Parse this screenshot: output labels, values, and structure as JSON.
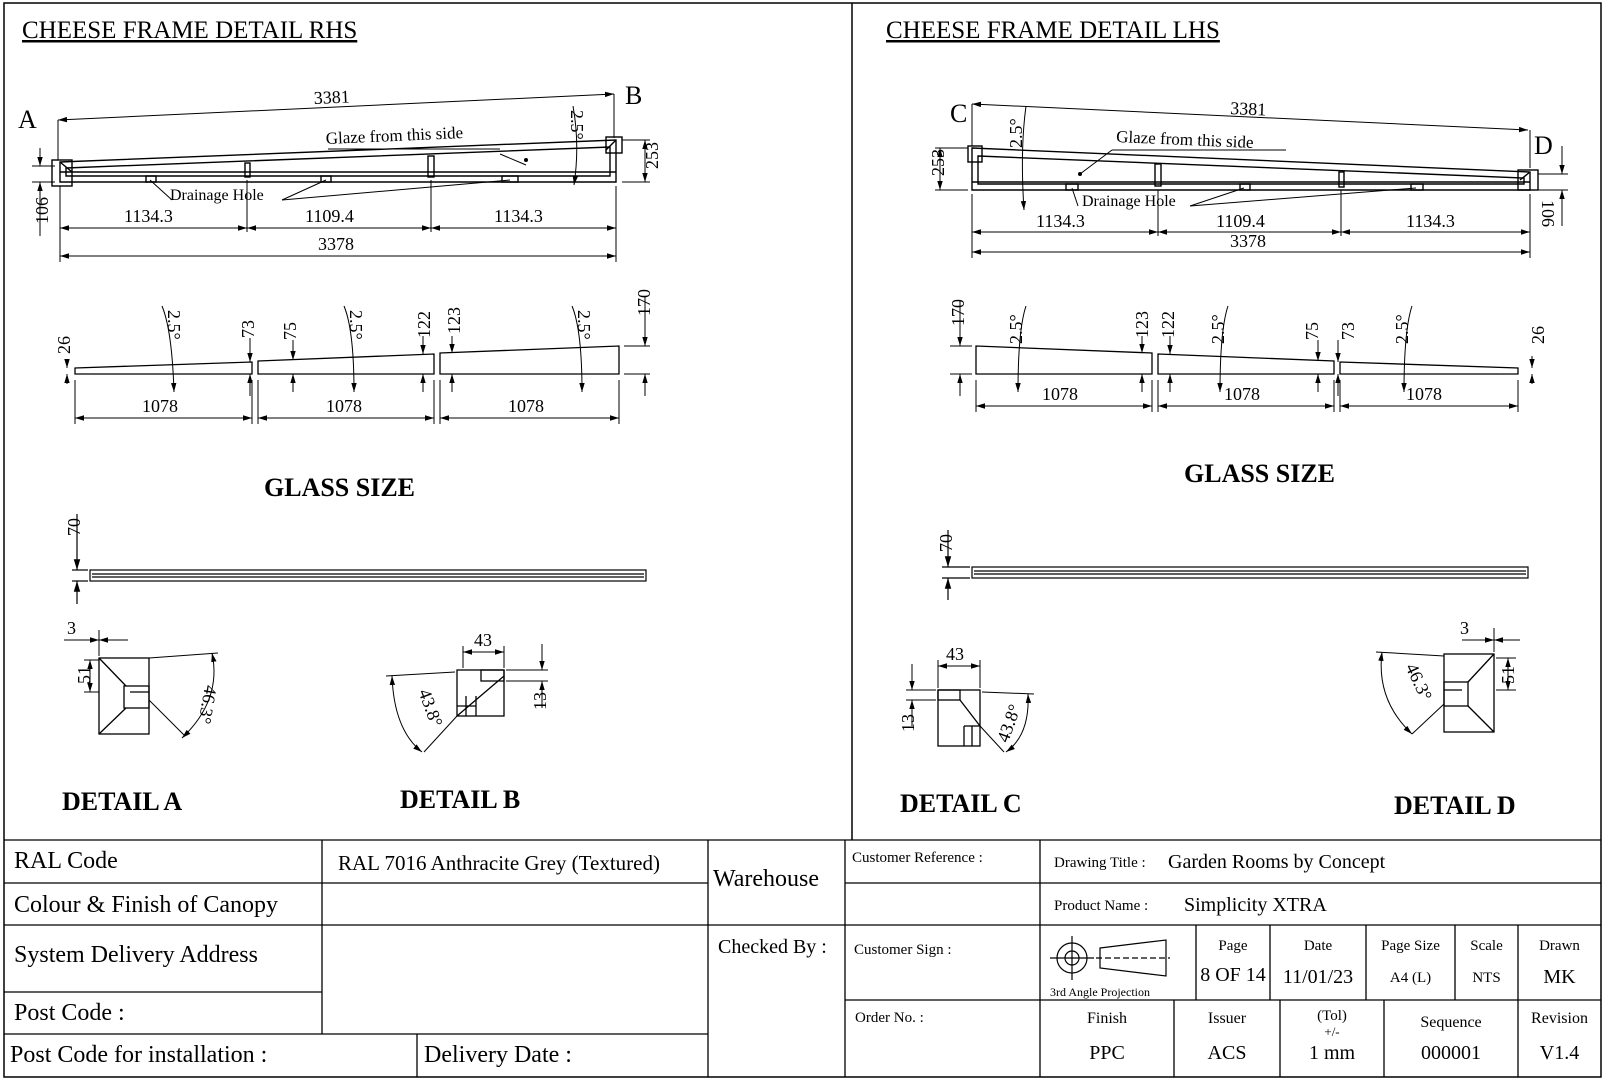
{
  "rhs": {
    "title": "CHEESE FRAME DETAIL RHS",
    "label_start": "A",
    "label_end": "B",
    "overall_top": "3381",
    "angle": "2.5°",
    "glaze_note": "Glaze from this side",
    "drainage_note": "Drainage Hole",
    "height_left": "106",
    "height_right": "253",
    "bay_1": "1134.3",
    "bay_2": "1109.4",
    "bay_3": "1134.3",
    "overall_bottom": "3378"
  },
  "lhs": {
    "title": "CHEESE FRAME DETAIL LHS",
    "label_start": "C",
    "label_end": "D",
    "overall_top": "3381",
    "angle": "2.5°",
    "glaze_note": "Glaze from this side",
    "drainage_note": "Drainage Hole",
    "height_left": "253",
    "height_right": "106",
    "bay_1": "1134.3",
    "bay_2": "1109.4",
    "bay_3": "1134.3",
    "overall_bottom": "3378"
  },
  "glass_rhs": {
    "heading": "GLASS SIZE",
    "pane_width": "1078",
    "angle": "2.5°",
    "h_26": "26",
    "h_73": "73",
    "h_75": "75",
    "h_122": "122",
    "h_123": "123",
    "h_170": "170",
    "profile_height": "70"
  },
  "glass_lhs": {
    "heading": "GLASS SIZE",
    "pane_width": "1078",
    "angle": "2.5°",
    "h_170": "170",
    "h_123": "123",
    "h_122": "122",
    "h_75": "75",
    "h_73": "73",
    "h_26": "26",
    "profile_height": "70"
  },
  "details": {
    "a": {
      "label": "DETAIL A",
      "dim_3": "3",
      "dim_51": "51",
      "angle": "46.3°"
    },
    "b": {
      "label": "DETAIL B",
      "dim_43": "43",
      "dim_13": "13",
      "angle": "43.8°"
    },
    "c": {
      "label": "DETAIL C",
      "dim_43": "43",
      "dim_13": "13",
      "angle": "43.8°"
    },
    "d": {
      "label": "DETAIL D",
      "dim_3": "3",
      "dim_51": "51",
      "angle": "46.3°"
    }
  },
  "title_block": {
    "ral_code_label": "RAL Code",
    "ral_code_value": "RAL 7016 Anthracite Grey (Textured)",
    "colour_finish_label": "Colour & Finish of Canopy",
    "warehouse_label": "Warehouse",
    "system_delivery_label": "System Delivery Address",
    "checked_by_label": "Checked By :",
    "post_code_label": "Post Code :",
    "post_code_install_label": "Post Code for installation :",
    "delivery_date_label": "Delivery Date :",
    "customer_reference_label": "Customer Reference :",
    "customer_sign_label": "Customer Sign :",
    "order_no_label": "Order No. :",
    "drawing_title_label": "Drawing Title :",
    "drawing_title_value": "Garden Rooms by Concept",
    "product_name_label": "Product Name :",
    "product_name_value": "Simplicity XTRA",
    "projection_label": "3rd Angle Projection",
    "page_label": "Page",
    "page_value": "8 OF 14",
    "date_label": "Date",
    "date_value": "11/01/23",
    "page_size_label": "Page Size",
    "page_size_value": "A4 (L)",
    "scale_label": "Scale",
    "scale_value": "NTS",
    "drawn_label": "Drawn",
    "drawn_value": "MK",
    "finish_label": "Finish",
    "finish_value": "PPC",
    "issuer_label": "Issuer",
    "issuer_value": "ACS",
    "tol_label": "(Tol)",
    "tol_sub": "+/-",
    "tol_value": "1 mm",
    "sequence_label": "Sequence",
    "sequence_value": "000001",
    "revision_label": "Revision",
    "revision_value": "V1.4"
  }
}
